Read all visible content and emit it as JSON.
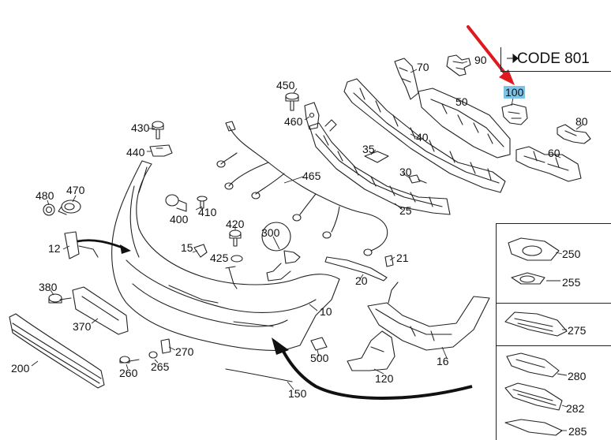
{
  "code_box": {
    "label": "CODE 801"
  },
  "highlighted_part": "100",
  "part_labels": {
    "p90": "90",
    "p70": "70",
    "p50": "50",
    "p100": "100",
    "p80": "80",
    "p60": "60",
    "p450": "450",
    "p460": "460",
    "p430": "430",
    "p440": "440",
    "p40": "40",
    "p35": "35",
    "p30": "30",
    "p25": "25",
    "p465": "465",
    "p480": "480",
    "p470": "470",
    "p400": "400",
    "p410": "410",
    "p420": "420",
    "p300": "300",
    "p15": "15",
    "p425": "425",
    "p21": "21",
    "p20": "20",
    "p12": "12",
    "p380": "380",
    "p370": "370",
    "p10": "10",
    "p16": "16",
    "p200": "200",
    "p260": "260",
    "p265": "265",
    "p270": "270",
    "p500": "500",
    "p120": "120",
    "p150": "150",
    "p250": "250",
    "p255": "255",
    "p275": "275",
    "p280": "280",
    "p282": "282",
    "p285": "285"
  },
  "colors": {
    "arrow": "#e0191f",
    "highlight": "#7ec3e6",
    "line": "#222222"
  }
}
